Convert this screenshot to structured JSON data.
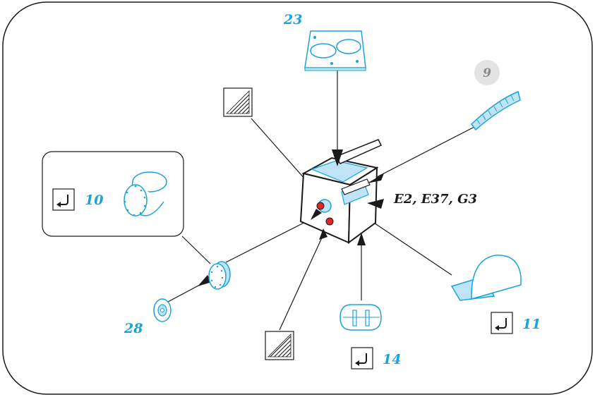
{
  "colors": {
    "part_blue": "#1aa3d9",
    "part_fill": "#bfe4f7",
    "ink": "#1a1a1a",
    "red": "#e0262b",
    "step_badge": "#e3e3e3"
  },
  "icons": {
    "return_arrow": "return-arrow-icon",
    "glue_pad": "sandpaper-icon"
  },
  "step_number": "9",
  "parts": {
    "top_plate": "23",
    "dial_callout": "10",
    "dial_washer": "28",
    "right_bracket": "11",
    "bottom_clip": "14"
  },
  "reference_text": "E2, E37, G3"
}
